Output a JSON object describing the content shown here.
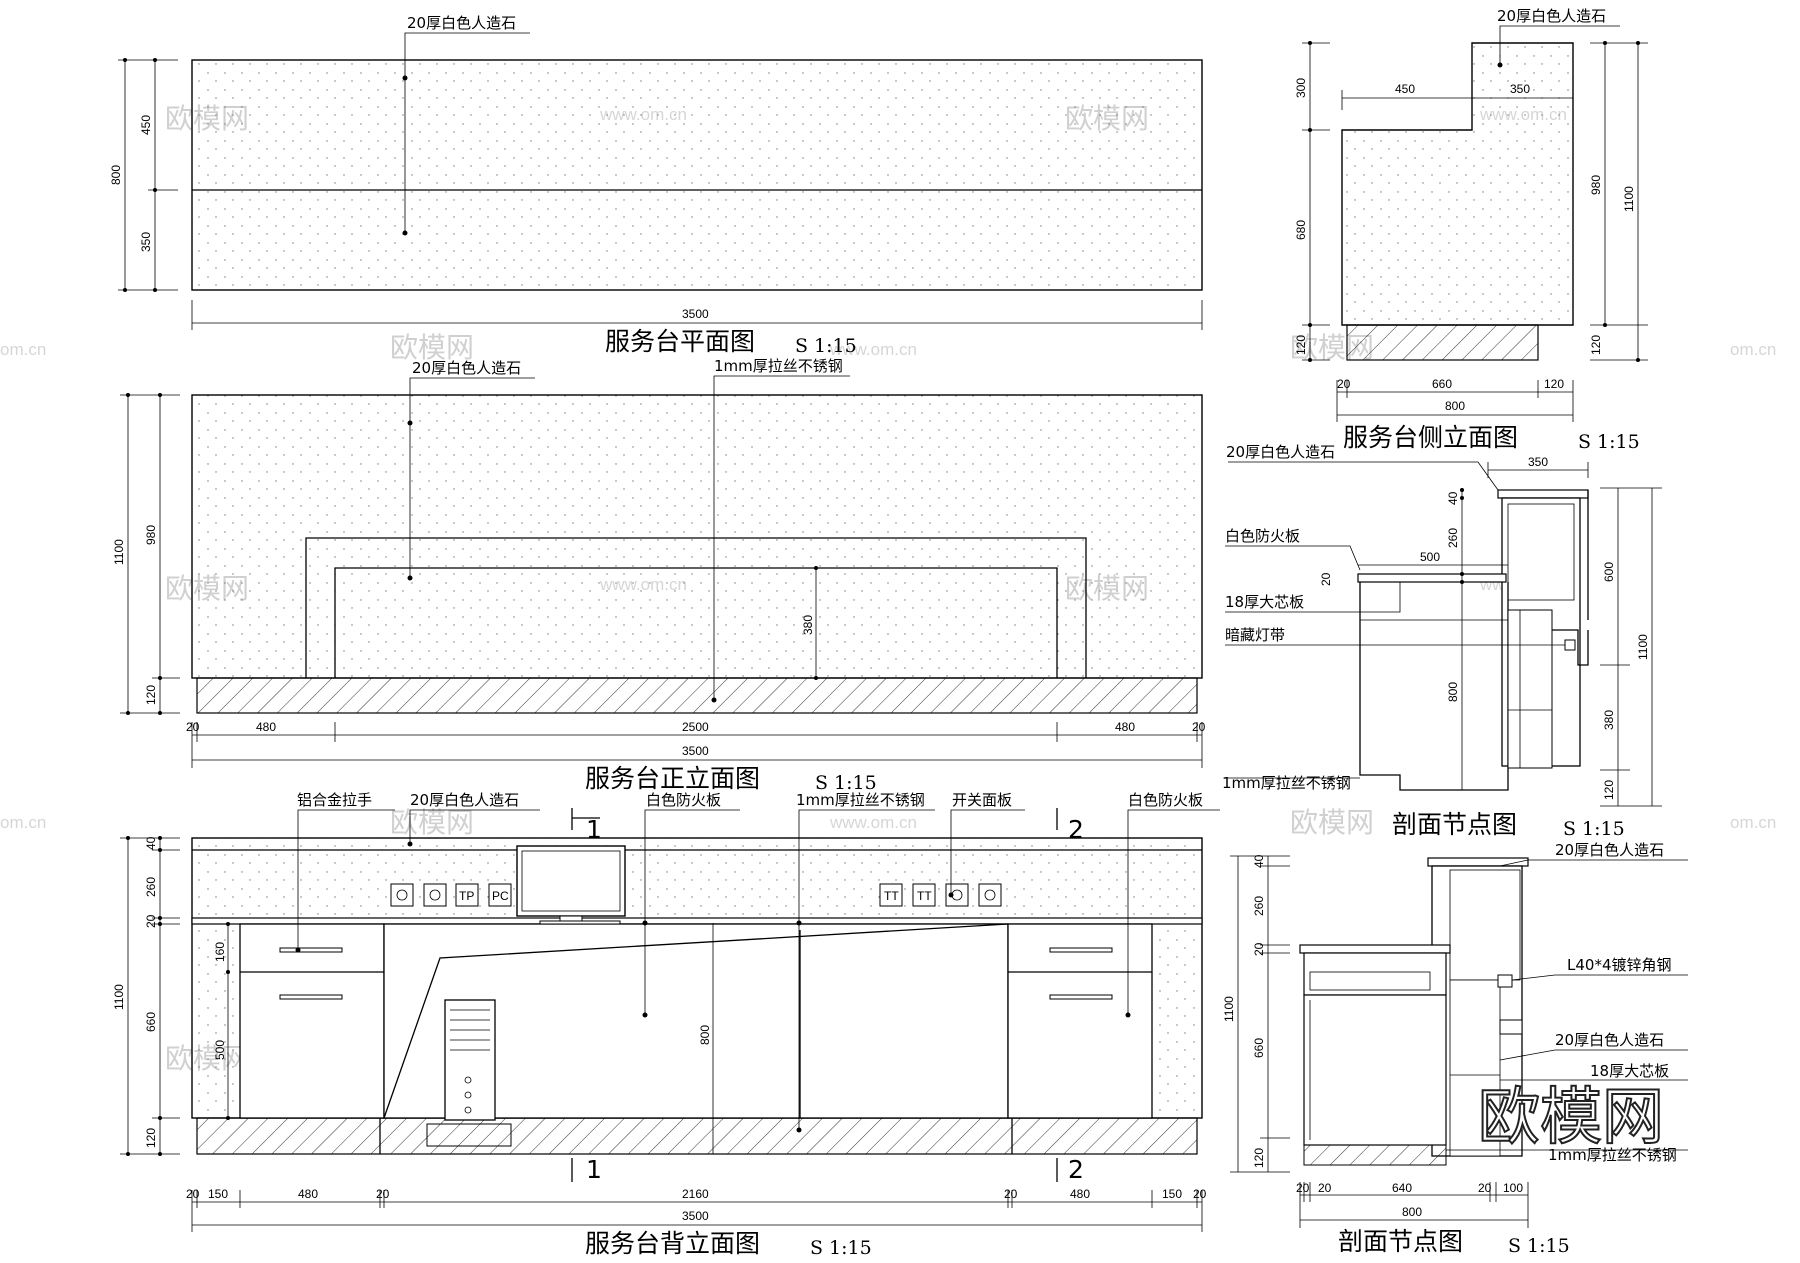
{
  "titles": {
    "plan": "服务台平面图",
    "front": "服务台正立面图",
    "back": "服务台背立面图",
    "side": "服务台侧立面图",
    "section1": "剖面节点图",
    "section2": "剖面节点图",
    "scale": "S 1:15"
  },
  "materials": {
    "stone": "20厚白色人造石",
    "steel": "1mm厚拉丝不锈钢",
    "fireboard": "白色防火板",
    "core_board": "18厚大芯板",
    "led_strip": "暗藏灯带",
    "handle": "铝合金拉手",
    "switch_panel": "开关面板",
    "angle_steel": "L40*4镀锌角钢"
  },
  "dims": {
    "plan": {
      "total_w": "3500",
      "total_h": "800",
      "h1": "450",
      "h2": "350"
    },
    "front": {
      "h_total": "1100",
      "h_upper": "980",
      "h_base": "120",
      "inner": "380",
      "w_left_gap": "20",
      "w_left": "480",
      "w_mid": "2500",
      "w_right": "480",
      "w_right_gap": "20",
      "w_total": "3500"
    },
    "back": {
      "h_total": "1100",
      "h40": "40",
      "h260": "260",
      "h20": "20",
      "h660": "660",
      "h120": "120",
      "h160": "160",
      "h500": "500",
      "h800": "800",
      "w20": "20",
      "w150": "150",
      "w480": "480",
      "w2160": "2160",
      "w_total": "3500"
    },
    "side": {
      "h300": "300",
      "h680": "680",
      "h120": "120",
      "h980": "980",
      "h1100": "1100",
      "w450": "450",
      "w350": "350",
      "w20": "20",
      "w660": "660",
      "w120": "120",
      "w800": "800"
    },
    "section1": {
      "w350": "350",
      "w500": "500",
      "h40": "40",
      "h260": "260",
      "h20": "20",
      "h800": "800",
      "h600": "600",
      "h1100": "1100",
      "h380": "380",
      "h120": "120"
    },
    "section2": {
      "h40": "40",
      "h260": "260",
      "h20": "20",
      "h660": "660",
      "h120": "120",
      "h1100": "1100",
      "w20a": "20",
      "w20b": "20",
      "w640": "640",
      "w20c": "20",
      "w100": "100",
      "w800": "800"
    }
  },
  "sockets": {
    "left": [
      "TP",
      "PC"
    ],
    "right": [
      "TT",
      "TT"
    ]
  },
  "section_marks": {
    "one": "1",
    "two": "2"
  },
  "watermark": {
    "logo": "欧模网",
    "url": "www.om.cn",
    "big": "欧模网",
    "edge": "om.cn"
  }
}
